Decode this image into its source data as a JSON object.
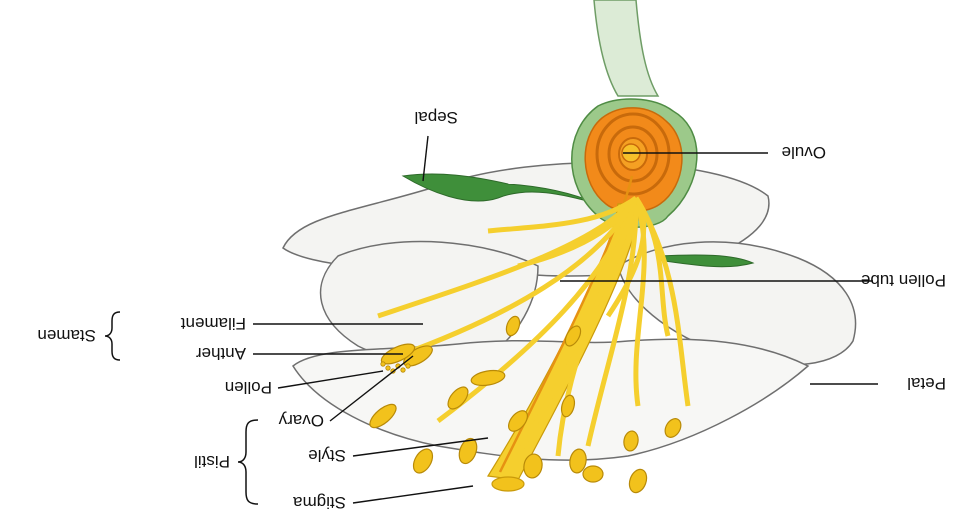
{
  "labels": {
    "stigma": "Stigma",
    "style": "Style",
    "ovary": "Ovary",
    "pistil": "Pistil",
    "pollen": "Pollen",
    "anther": "Anther",
    "filament": "Filament",
    "stamen": "Stamen",
    "petal": "Petal",
    "pollen_tube": "Pollen tube",
    "ovule": "Ovule",
    "sepal": "Sepal"
  },
  "colors": {
    "petal": "#f4f4f2",
    "petal_outline": "#6f6f6f",
    "sepal": "#3f8f3a",
    "stalk": "#dcebd6",
    "ovary_orange": "#f28a1a",
    "ovule_yellow": "#f7c12a",
    "filament_yellow": "#f5cf2e",
    "anther_yellow": "#f2c21c"
  }
}
